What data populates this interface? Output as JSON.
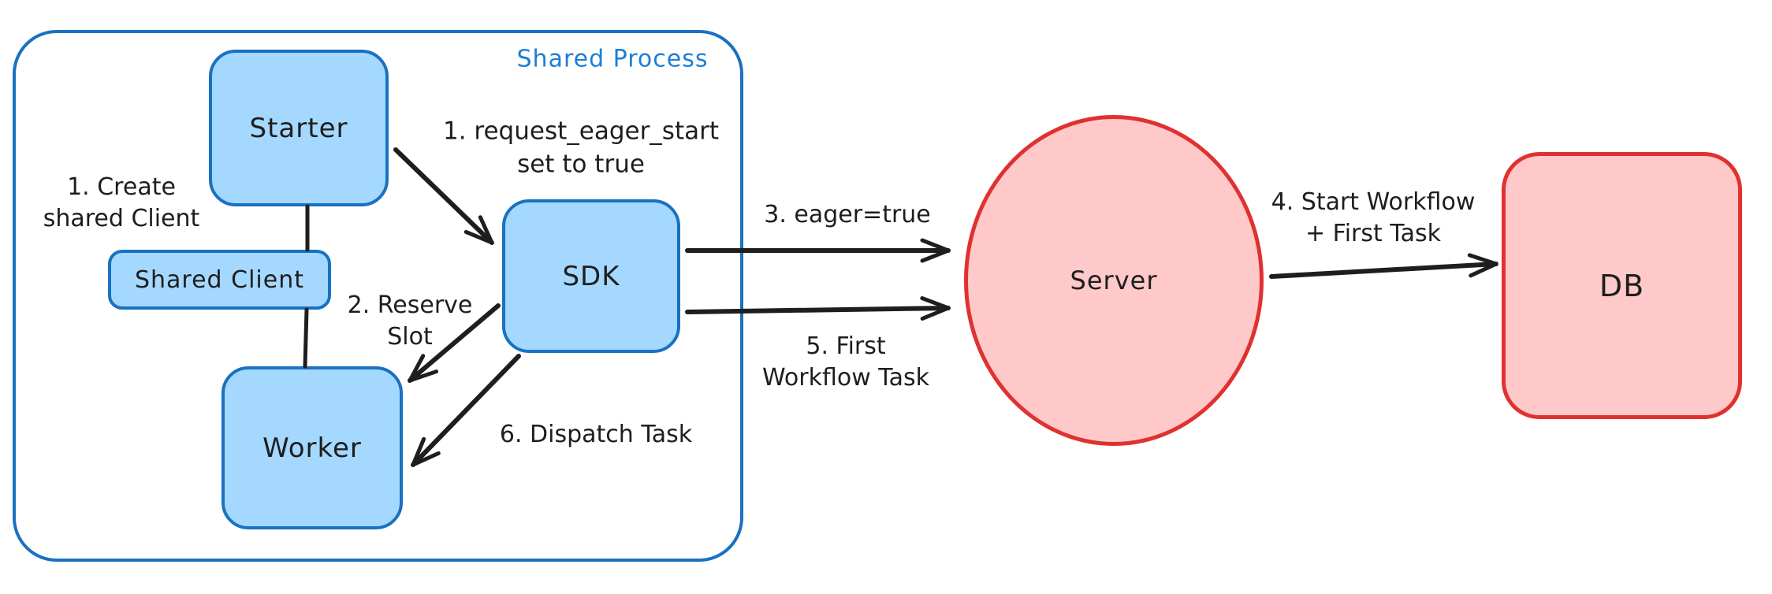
{
  "diagram": {
    "container": {
      "title": "Shared Process"
    },
    "nodes": {
      "starter": {
        "label": "Starter"
      },
      "shared_client": {
        "label": "Shared Client"
      },
      "worker": {
        "label": "Worker"
      },
      "sdk": {
        "label": "SDK"
      },
      "server": {
        "label": "Server"
      },
      "db": {
        "label": "DB"
      }
    },
    "annotations": {
      "create_shared_client": {
        "line1": "1. Create",
        "line2": "shared Client"
      },
      "request_eager_start": {
        "line1": "1. request_eager_start",
        "line2": "set to true"
      },
      "reserve_slot": {
        "line1": "2. Reserve",
        "line2": "Slot"
      },
      "eager_true": {
        "text": "3. eager=true"
      },
      "start_workflow": {
        "line1": "4. Start Workflow",
        "line2": "+ First Task"
      },
      "first_workflow_task": {
        "line1": "5. First",
        "line2": "Workflow Task"
      },
      "dispatch_task": {
        "text": "6. Dispatch Task"
      }
    },
    "colors": {
      "blue_fill": "#a5d8ff",
      "blue_stroke": "#1971c2",
      "blue_label": "#1c7ed6",
      "red_fill": "#ffc9c9",
      "red_stroke": "#e03131",
      "ink": "#1e1e1e",
      "background": "#ffffff"
    }
  }
}
